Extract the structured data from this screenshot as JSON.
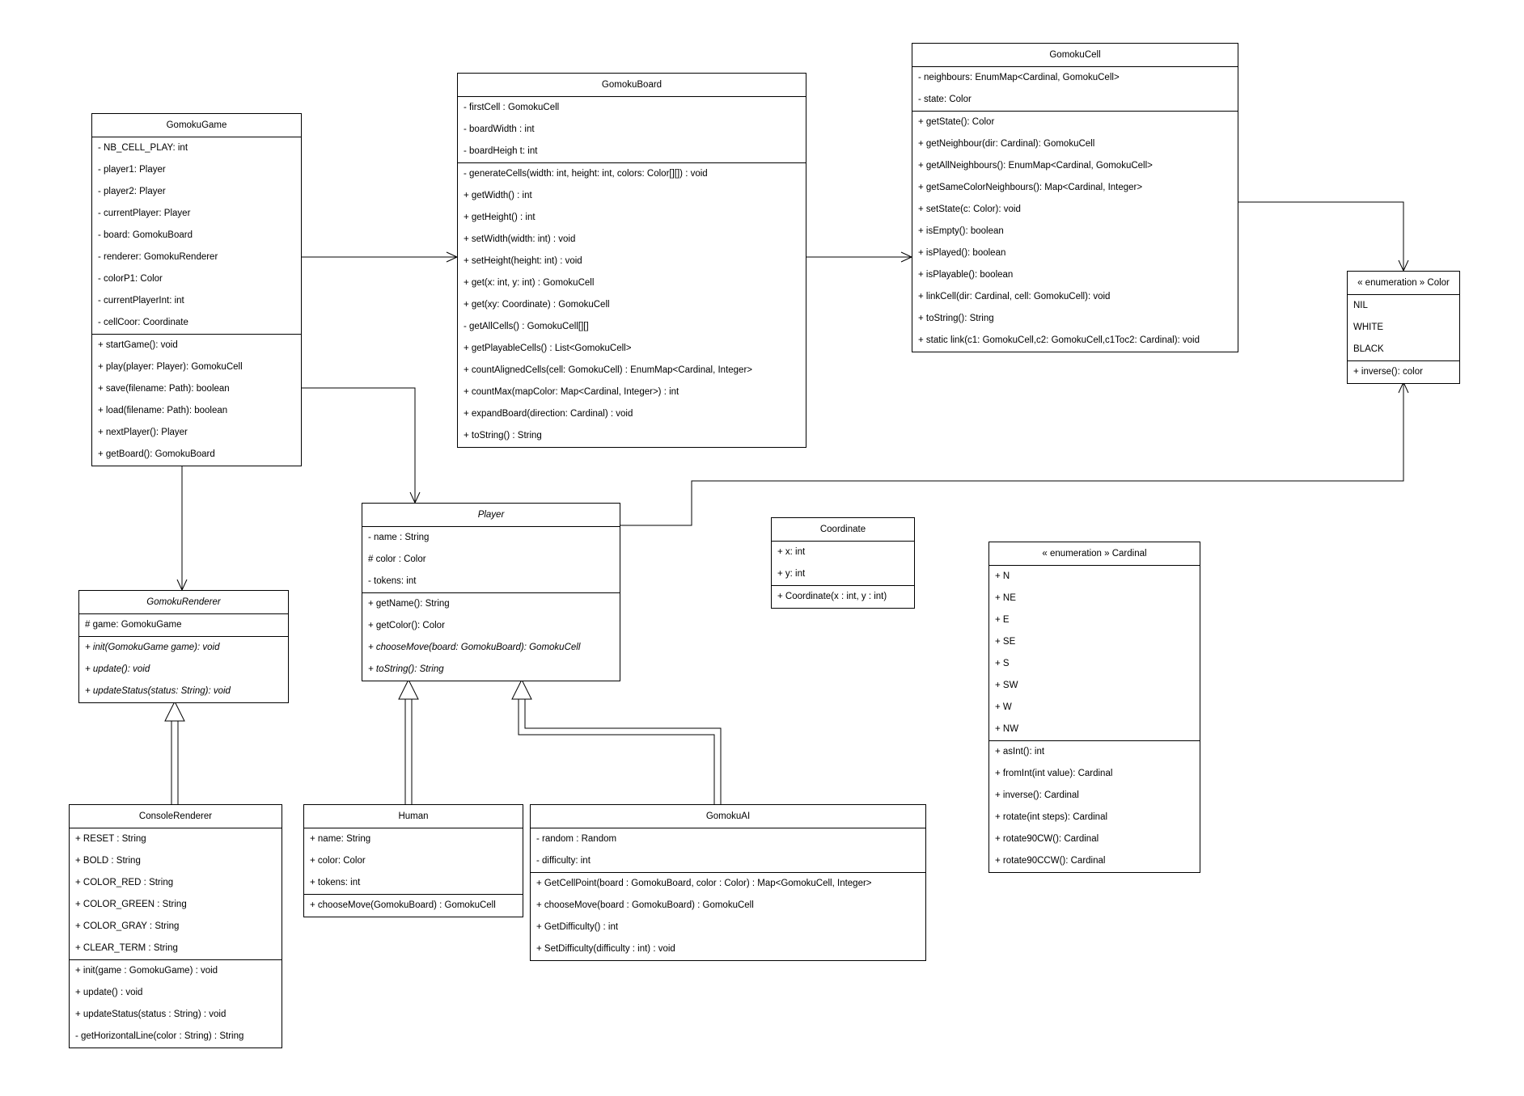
{
  "colors": {
    "background": "#ffffff",
    "line": "#000000",
    "text": "#000000",
    "box_fill": "#ffffff"
  },
  "classes": {
    "gomokuGame": {
      "name": "GomokuGame",
      "attributes": [
        "- NB_CELL_PLAY: int",
        "- player1: Player",
        "- player2: Player",
        "- currentPlayer: Player",
        "- board: GomokuBoard",
        "- renderer: GomokuRenderer",
        "- colorP1: Color",
        "- currentPlayerInt: int",
        "- cellCoor: Coordinate"
      ],
      "methods": [
        "+ startGame(): void",
        "+ play(player: Player): GomokuCell",
        "+ save(filename: Path): boolean",
        "+ load(filename: Path): boolean",
        "+ nextPlayer(): Player",
        "+ getBoard(): GomokuBoard"
      ]
    },
    "gomokuBoard": {
      "name": "GomokuBoard",
      "attributes": [
        "- firstCell : GomokuCell",
        "- boardWidth : int",
        "- boardHeigh t: int"
      ],
      "methods": [
        "- generateCells(width: int, height: int, colors: Color[][]) : void",
        "+ getWidth() : int",
        "+ getHeight() : int",
        "+ setWidth(width: int) : void",
        "+ setHeight(height: int) : void",
        "+ get(x: int, y: int) : GomokuCell",
        "+ get(xy: Coordinate) : GomokuCell",
        "- getAllCells() : GomokuCell[][]",
        "+ getPlayableCells() : List<GomokuCell>",
        "+ countAlignedCells(cell: GomokuCell) : EnumMap<Cardinal, Integer>",
        "+ countMax(mapColor: Map<Cardinal, Integer>) : int",
        "+ expandBoard(direction: Cardinal) : void",
        "+ toString() : String"
      ]
    },
    "gomokuCell": {
      "name": "GomokuCell",
      "attributes": [
        "- neighbours: EnumMap<Cardinal, GomokuCell>",
        "- state: Color"
      ],
      "methods": [
        "+ getState(): Color",
        "+ getNeighbour(dir: Cardinal): GomokuCell",
        "+ getAllNeighbours(): EnumMap<Cardinal, GomokuCell>",
        "+ getSameColorNeighbours(): Map<Cardinal, Integer>",
        "+ setState(c: Color): void",
        "+ isEmpty(): boolean",
        "+ isPlayed(): boolean",
        "+ isPlayable(): boolean",
        "+ linkCell(dir: Cardinal, cell: GomokuCell): void",
        "+ toString(): String",
        "+ static link(c1: GomokuCell,c2: GomokuCell,c1Toc2: Cardinal): void"
      ]
    },
    "colorEnum": {
      "name": "« enumeration » Color",
      "attributes": [
        "NIL",
        "WHITE",
        "BLACK"
      ],
      "methods": [
        "+ inverse(): color"
      ]
    },
    "player": {
      "name": "Player",
      "attributes": [
        "- name : String",
        "# color : Color",
        "- tokens: int"
      ],
      "methods": [
        "+ getName(): String",
        "+ getColor(): Color",
        "+ chooseMove(board: GomokuBoard): GomokuCell",
        "+ toString(): String"
      ]
    },
    "coordinate": {
      "name": "Coordinate",
      "attributes": [
        "+ x: int",
        "+ y: int"
      ],
      "methods": [
        "+ Coordinate(x : int, y : int)"
      ]
    },
    "cardinalEnum": {
      "name": "« enumeration » Cardinal",
      "attributes": [
        "+ N",
        "+ NE",
        "+ E",
        "+ SE",
        "+ S",
        "+ SW",
        "+ W",
        "+ NW"
      ],
      "methods": [
        "+ asInt(): int",
        "+ fromInt(int value): Cardinal",
        "+ inverse(): Cardinal",
        "+ rotate(int steps): Cardinal",
        "+ rotate90CW(): Cardinal",
        "+ rotate90CCW(): Cardinal"
      ]
    },
    "gomokuRenderer": {
      "name": "GomokuRenderer",
      "attributes": [
        "# game: GomokuGame"
      ],
      "methods": [
        "+ init(GomokuGame game): void",
        "+ update(): void",
        "+ updateStatus(status: String): void"
      ]
    },
    "consoleRenderer": {
      "name": "ConsoleRenderer",
      "attributes": [
        "+ RESET : String",
        "+ BOLD : String",
        "+ COLOR_RED : String",
        "+ COLOR_GREEN : String",
        "+ COLOR_GRAY : String",
        "+ CLEAR_TERM : String"
      ],
      "methods": [
        "+ init(game : GomokuGame) : void",
        "+ update() : void",
        "+ updateStatus(status : String) : void",
        "- getHorizontalLine(color : String) : String"
      ]
    },
    "human": {
      "name": "Human",
      "attributes": [
        "+ name: String",
        "+ color: Color",
        "+ tokens: int"
      ],
      "methods": [
        "+ chooseMove(GomokuBoard) : GomokuCell"
      ]
    },
    "gomokuAI": {
      "name": "GomokuAI",
      "attributes": [
        "- random : Random",
        "- difficulty: int"
      ],
      "methods": [
        "+ GetCellPoint(board : GomokuBoard, color : Color) : Map<GomokuCell, Integer>",
        "+ chooseMove(board : GomokuBoard) : GomokuCell",
        "+ GetDifficulty() : int",
        "+ SetDifficulty(difficulty : int) : void"
      ]
    }
  },
  "relationships": [
    {
      "from": "GomokuGame",
      "to": "GomokuBoard",
      "type": "association-arrow"
    },
    {
      "from": "GomokuBoard",
      "to": "GomokuCell",
      "type": "association-arrow"
    },
    {
      "from": "GomokuCell",
      "to": "« enumeration » Color",
      "type": "association-arrow"
    },
    {
      "from": "GomokuGame",
      "to": "Player",
      "type": "association-arrow"
    },
    {
      "from": "Player",
      "to": "« enumeration » Color",
      "type": "association-arrow"
    },
    {
      "from": "GomokuGame",
      "to": "GomokuRenderer",
      "type": "association-arrow"
    },
    {
      "from": "ConsoleRenderer",
      "to": "GomokuRenderer",
      "type": "generalization"
    },
    {
      "from": "Human",
      "to": "Player",
      "type": "generalization"
    },
    {
      "from": "GomokuAI",
      "to": "Player",
      "type": "generalization"
    }
  ]
}
